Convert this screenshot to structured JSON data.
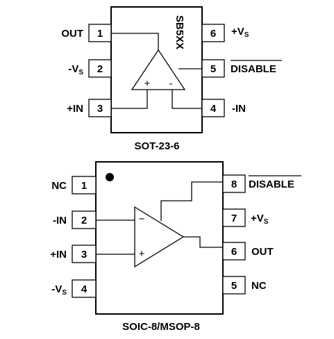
{
  "sot23": {
    "title": "SOT-23-6",
    "part_marking": "SB5XX",
    "pins": [
      {
        "number": "1",
        "name": "OUT"
      },
      {
        "number": "2",
        "name": "-V",
        "subscript": "S"
      },
      {
        "number": "3",
        "name": "+IN"
      },
      {
        "number": "4",
        "name": "-IN"
      },
      {
        "number": "5",
        "name": "DISABLE",
        "overline": true
      },
      {
        "number": "6",
        "name": "+V",
        "subscript": "S"
      }
    ],
    "opamp_inputs": {
      "plus": "+",
      "minus": "-"
    }
  },
  "soic8": {
    "title": "SOIC-8/MSOP-8",
    "pins": [
      {
        "number": "1",
        "name": "NC"
      },
      {
        "number": "2",
        "name": "-IN"
      },
      {
        "number": "3",
        "name": "+IN"
      },
      {
        "number": "4",
        "name": "-V",
        "subscript": "S"
      },
      {
        "number": "5",
        "name": "NC"
      },
      {
        "number": "6",
        "name": "OUT"
      },
      {
        "number": "7",
        "name": "+V",
        "subscript": "S"
      },
      {
        "number": "8",
        "name": "DISABLE",
        "overline": true
      }
    ],
    "opamp_inputs": {
      "plus": "+",
      "minus": "−"
    }
  }
}
